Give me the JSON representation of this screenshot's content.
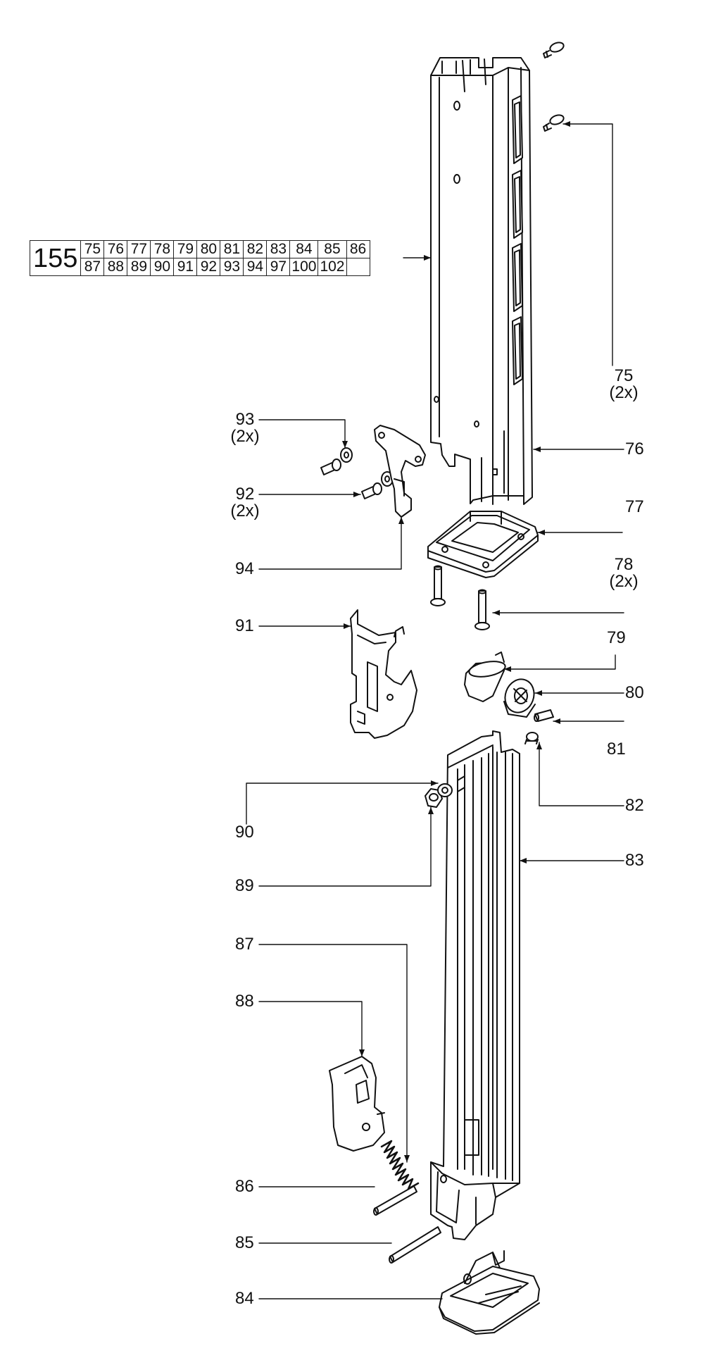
{
  "kit": {
    "number": "155",
    "row1": [
      "75",
      "76",
      "77",
      "78",
      "79",
      "80",
      "81",
      "82",
      "83",
      "84",
      "85",
      "86"
    ],
    "row2": [
      "87",
      "88",
      "89",
      "90",
      "91",
      "92",
      "93",
      "94",
      "97",
      "100",
      "102",
      ""
    ]
  },
  "callouts": {
    "p75": {
      "num": "75",
      "qty": "(2x)"
    },
    "p76": {
      "num": "76"
    },
    "p77": {
      "num": "77"
    },
    "p78": {
      "num": "78",
      "qty": "(2x)"
    },
    "p79": {
      "num": "79"
    },
    "p80": {
      "num": "80"
    },
    "p81": {
      "num": "81"
    },
    "p82": {
      "num": "82"
    },
    "p83": {
      "num": "83"
    },
    "p84": {
      "num": "84"
    },
    "p85": {
      "num": "85"
    },
    "p86": {
      "num": "86"
    },
    "p87": {
      "num": "87"
    },
    "p88": {
      "num": "88"
    },
    "p89": {
      "num": "89"
    },
    "p90": {
      "num": "90"
    },
    "p91": {
      "num": "91"
    },
    "p92": {
      "num": "92",
      "qty": "(2x)"
    },
    "p93": {
      "num": "93",
      "qty": "(2x)"
    },
    "p94": {
      "num": "94"
    }
  }
}
